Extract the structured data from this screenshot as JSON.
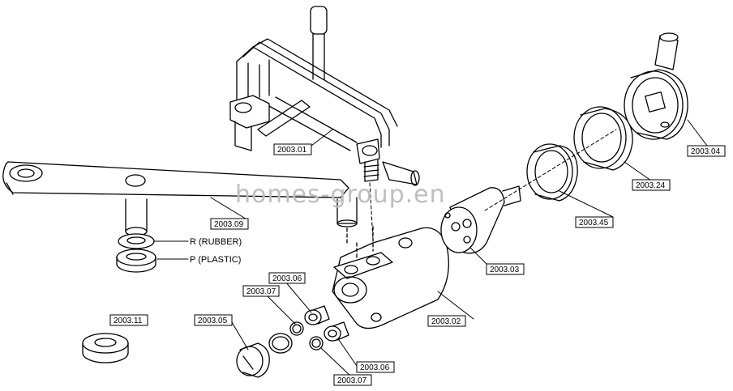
{
  "watermark": "homes-group.en",
  "parts": {
    "p2003_01": "2003.01",
    "p2003_02": "2003.02",
    "p2003_03": "2003.03",
    "p2003_04": "2003.04",
    "p2003_05": "2003.05",
    "p2003_06_top": "2003.06",
    "p2003_06_bottom": "2003.06",
    "p2003_07_top": "2003.07",
    "p2003_07_bottom": "2003.07",
    "p2003_09": "2003.09",
    "p2003_11": "2003.11",
    "p2003_24": "2003.24",
    "p2003_45": "2003.45"
  },
  "notes": {
    "rubber": "R (RUBBER)",
    "plastic": "P (PLASTIC)"
  }
}
